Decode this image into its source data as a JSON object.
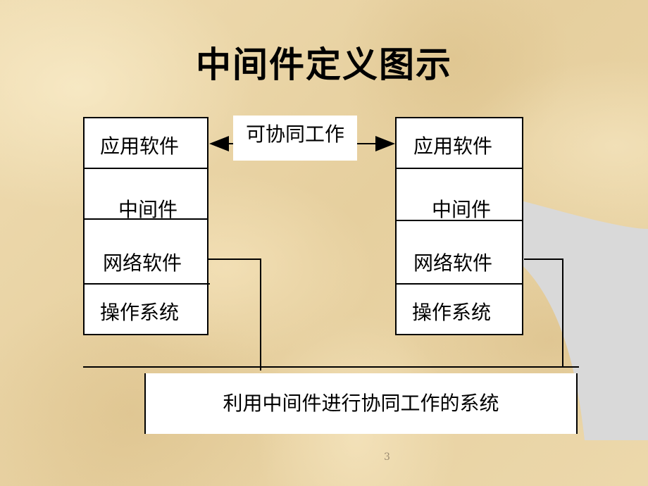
{
  "title": "中间件定义图示",
  "left_stack": {
    "layers": [
      "应用软件",
      "中间件",
      "网络软件",
      "操作系统"
    ]
  },
  "right_stack": {
    "layers": [
      "应用软件",
      "中间件",
      "网络软件",
      "操作系统"
    ]
  },
  "cooperation_label": "可协同工作",
  "bottom_system_label": "利用中间件进行协同工作的系统",
  "page_number": "3",
  "colors": {
    "background": "#ecd9ad",
    "deco_shape": "#d9d9d9",
    "box_fill": "#ffffff",
    "line": "#000000"
  }
}
